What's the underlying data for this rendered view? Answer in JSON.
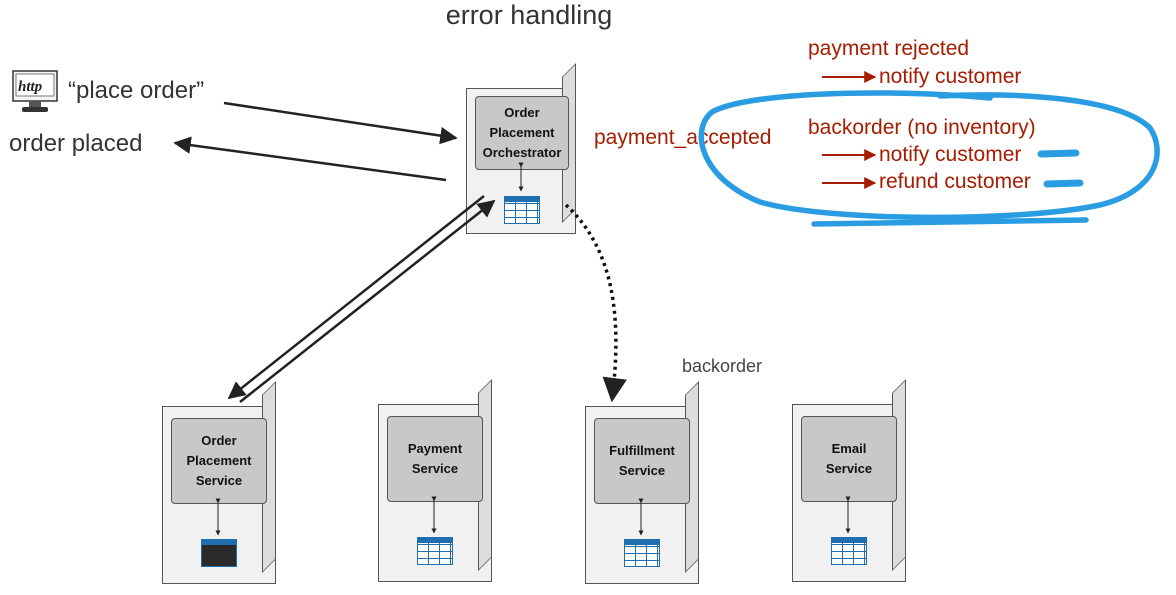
{
  "title": "error handling",
  "client": {
    "icon": "browser-http-icon",
    "request_label": "“place order”",
    "response_label": "order placed"
  },
  "orchestrator": {
    "label": "Order\nPlacement\nOrchestrator"
  },
  "event_label": "payment_accepted",
  "backorder_label": "backorder",
  "services": [
    {
      "label": "Order\nPlacement\nService"
    },
    {
      "label": "Payment\nService"
    },
    {
      "label": "Fulfillment\nService"
    },
    {
      "label": "Email\nService"
    }
  ],
  "error_cases": [
    {
      "condition": "payment rejected",
      "actions": [
        "notify customer"
      ]
    },
    {
      "condition": "backorder (no inventory)",
      "actions": [
        "notify customer",
        "refund customer"
      ]
    }
  ],
  "colors": {
    "annotation_red": "#a61c00",
    "highlight_blue": "#2a9de2",
    "db_blue": "#1f6fb0"
  }
}
